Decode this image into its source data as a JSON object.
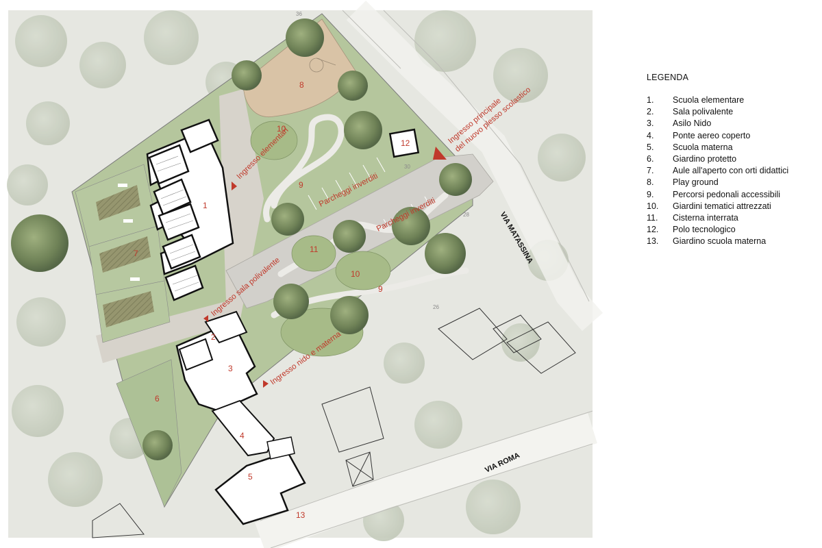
{
  "legend": {
    "title": "LEGENDA",
    "items": [
      {
        "num": "1.",
        "label": "Scuola elementare"
      },
      {
        "num": "2.",
        "label": "Sala polivalente"
      },
      {
        "num": "3.",
        "label": "Asilo Nido"
      },
      {
        "num": "4.",
        "label": "Ponte aereo coperto"
      },
      {
        "num": "5.",
        "label": "Scuola materna"
      },
      {
        "num": "6.",
        "label": "Giardino protetto"
      },
      {
        "num": "7.",
        "label": "Aule all'aperto con orti didattici"
      },
      {
        "num": "8.",
        "label": "Play ground"
      },
      {
        "num": "9.",
        "label": "Percorsi pedonali accessibili"
      },
      {
        "num": "10.",
        "label": "Giardini tematici attrezzati"
      },
      {
        "num": "11.",
        "label": "Cisterna interrata"
      },
      {
        "num": "12.",
        "label": "Polo tecnologico"
      },
      {
        "num": "13.",
        "label": "Giardino scuola  materna"
      }
    ]
  },
  "map": {
    "numbers": [
      "1",
      "2",
      "3",
      "4",
      "5",
      "6",
      "7",
      "8",
      "9",
      "9",
      "10",
      "10",
      "11",
      "12",
      "13"
    ],
    "address_numbers": [
      "36",
      "30",
      "28",
      "26"
    ],
    "annotations": {
      "ingresso_elementari": "Ingresso elementari",
      "ingresso_sala": "Ingresso sala polivalente",
      "ingresso_nido": "Ingresso nido e materna",
      "ingresso_principale_1": "Ingresso principale",
      "ingresso_principale_2": "del nuovo plesso scolastico",
      "parcheggi_1": "Parcheggi inverditi",
      "parcheggi_2": "Parcheggi inverditi"
    },
    "streets": {
      "matassina": "VIA MATASSINA",
      "roma": "VIA ROMA"
    },
    "colors": {
      "annotation_red": "#c0392b",
      "lawn": "#a9bd8e",
      "play_ground": "#d9c3a6",
      "paving": "#d6d3cd"
    }
  }
}
